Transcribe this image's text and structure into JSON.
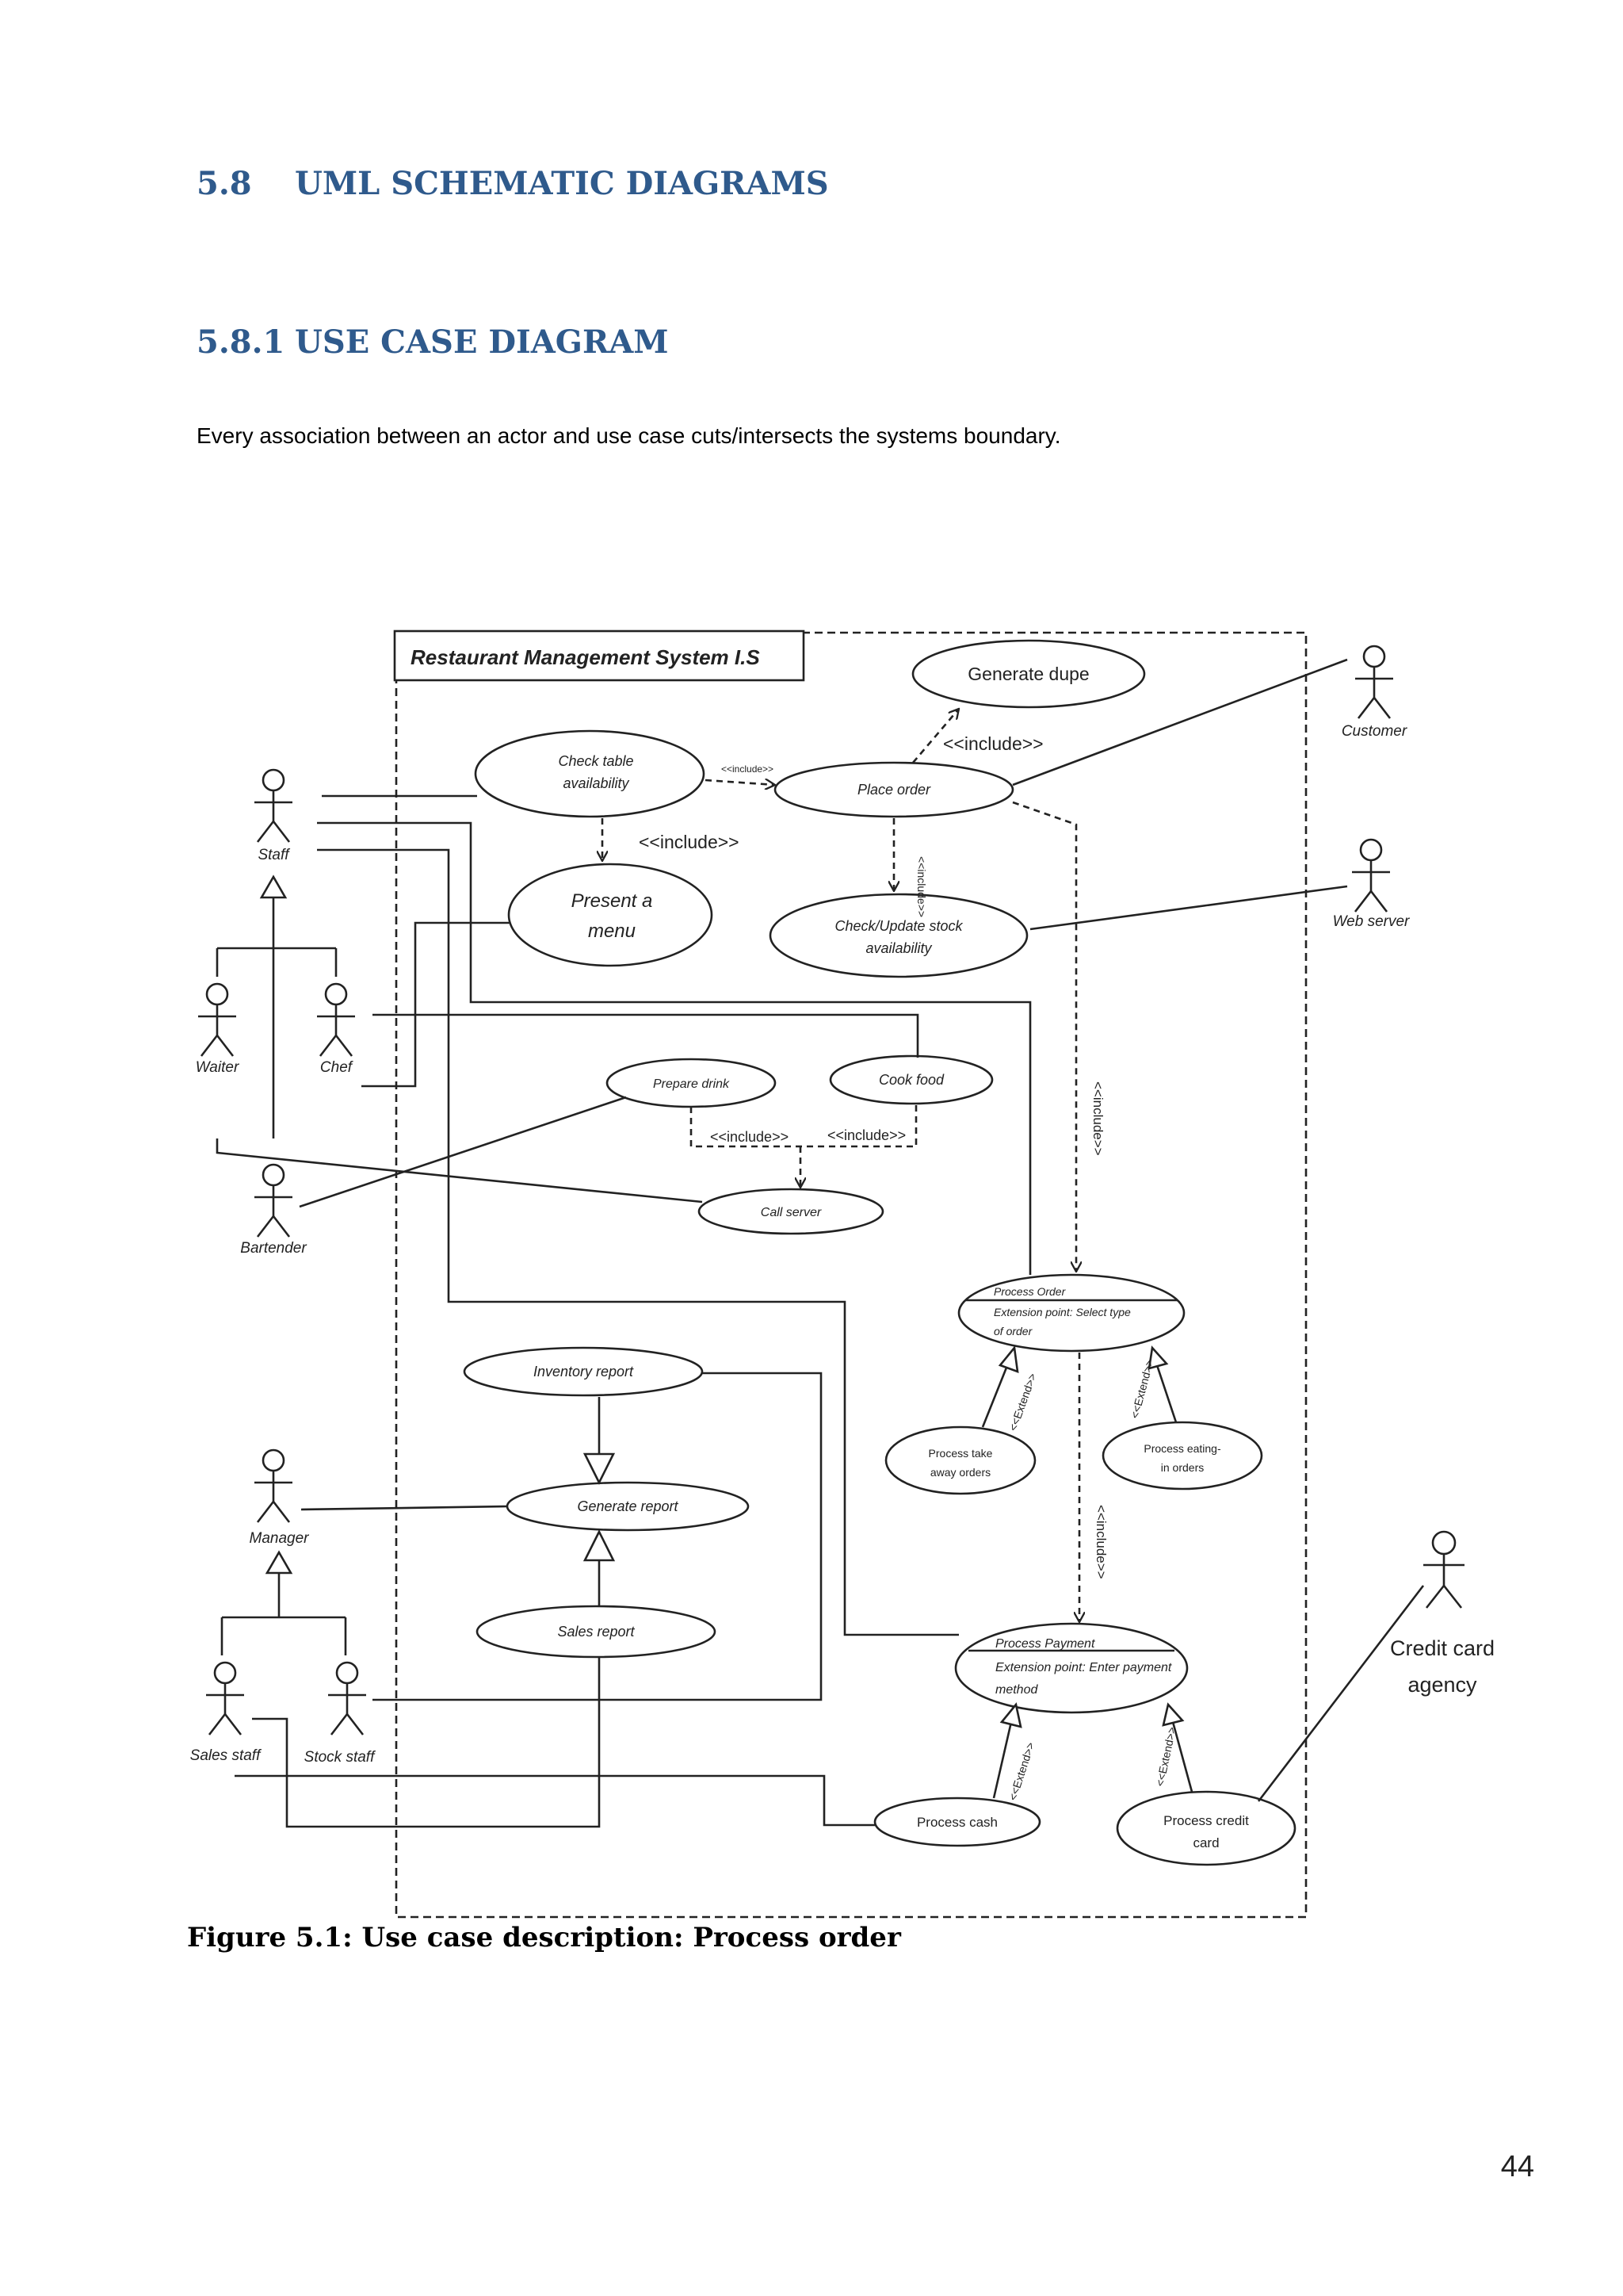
{
  "heading": {
    "number": "5.8",
    "text": "UML SCHEMATIC DIAGRAMS"
  },
  "subheading": {
    "number": "5.8.1",
    "text": "USE CASE DIAGRAM"
  },
  "intro": "Every association between an actor and use case cuts/intersects the systems boundary.",
  "diagram": {
    "system_title": "Restaurant Management System I.S",
    "actors": {
      "customer": "Customer",
      "web_server": "Web server",
      "staff": "Staff",
      "waiter": "Waiter",
      "chef": "Chef",
      "bartender": "Bartender",
      "manager": "Manager",
      "sales_staff": "Sales staff",
      "stock_staff": "Stock staff",
      "credit_card_agency_line1": "Credit card",
      "credit_card_agency_line2": "agency"
    },
    "use_cases": {
      "generate_dupe": "Generate dupe",
      "check_table_line1": "Check table",
      "check_table_line2": "availability",
      "place_order": "Place order",
      "present_menu_line1": "Present a",
      "present_menu_line2": "menu",
      "check_stock_line1": "Check/Update stock",
      "check_stock_line2": "availability",
      "prepare_drink": "Prepare drink",
      "cook_food": "Cook food",
      "call_server": "Call server",
      "process_order_title": "Process Order",
      "process_order_ext1": "Extension point: Select type",
      "process_order_ext2": "of order",
      "process_takeaway_line1": "Process take",
      "process_takeaway_line2": "away orders",
      "process_eating_line1": "Process eating-",
      "process_eating_line2": "in orders",
      "inventory_report": "Inventory report",
      "generate_report": "Generate report",
      "sales_report": "Sales report",
      "process_payment_title": "Process Payment",
      "process_payment_ext1": "Extension point: Enter payment",
      "process_payment_ext2": "method",
      "process_cash": "Process cash",
      "process_credit_line1": "Process credit",
      "process_credit_line2": "card"
    },
    "relations": {
      "include": "<<include>>",
      "include_small": "<<include>>",
      "include_vertical": "<<include>>",
      "extend": "<<Extend>>"
    }
  },
  "figure_caption": "Figure 5.1: Use case description: Process order",
  "page_number": "44"
}
